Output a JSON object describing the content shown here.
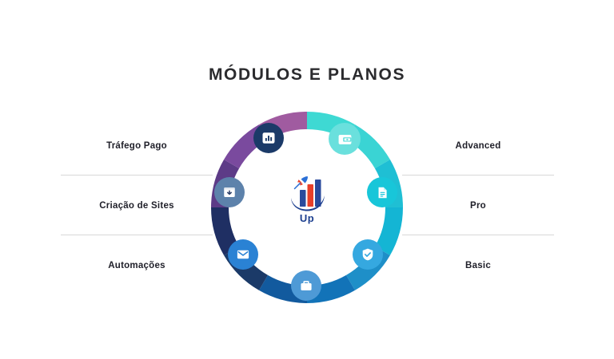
{
  "page": {
    "title": "MÓDULOS E PLANOS",
    "background_color": "#ffffff",
    "title_color": "#2b2b2e"
  },
  "modules_column": {
    "side": "left",
    "items": [
      {
        "label": "Tráfego Pago"
      },
      {
        "label": "Criação de Sites"
      },
      {
        "label": "Automações"
      }
    ]
  },
  "plans_column": {
    "side": "right",
    "items": [
      {
        "label": "Advanced"
      },
      {
        "label": "Pro"
      },
      {
        "label": "Basic"
      }
    ]
  },
  "center_logo": {
    "wordmark": "Up",
    "wordmark_color": "#1c3f8f",
    "bar_colors": [
      "#2a4a9c",
      "#e8402a",
      "#2a4a9c"
    ],
    "swoosh_color": "#1c3f8f",
    "rocket_color": "#2a6fd6"
  },
  "wheel": {
    "segments": [
      {
        "name": "segment-mauve",
        "color": "#a05ba0"
      },
      {
        "name": "segment-purple",
        "color": "#7a4a9e"
      },
      {
        "name": "segment-deep-purple",
        "color": "#5d3b87"
      },
      {
        "name": "segment-indigo",
        "color": "#1f2f63"
      },
      {
        "name": "segment-navy",
        "color": "#1b3a68"
      },
      {
        "name": "segment-ocean-blue",
        "color": "#125a9e"
      },
      {
        "name": "segment-blue",
        "color": "#1273b8"
      },
      {
        "name": "segment-sky-blue",
        "color": "#1e8fc8"
      },
      {
        "name": "segment-cyan",
        "color": "#14b5d4"
      },
      {
        "name": "segment-teal",
        "color": "#1fbfd4"
      },
      {
        "name": "segment-turquoise",
        "color": "#3ad4d4"
      },
      {
        "name": "segment-aqua",
        "color": "#3ed9d3"
      }
    ],
    "icons": [
      {
        "name": "analytics-icon",
        "label": "Tráfego Pago",
        "bubble_color": "#1b3a68"
      },
      {
        "name": "wallet-icon",
        "label": "Advanced",
        "bubble_color": "#6ae0dd"
      },
      {
        "name": "document-icon",
        "label": "Pro",
        "bubble_color": "#18c6d9"
      },
      {
        "name": "shield-check-icon",
        "label": "Basic",
        "bubble_color": "#35a8e0"
      },
      {
        "name": "briefcase-icon",
        "label": "Negócios",
        "bubble_color": "#4e9ad6"
      },
      {
        "name": "mail-icon",
        "label": "Automações",
        "bubble_color": "#2a82d4"
      },
      {
        "name": "inbox-icon",
        "label": "Criação de Sites",
        "bubble_color": "#5d82ab"
      }
    ]
  },
  "dividers": {
    "color": "#d8d8d8"
  }
}
